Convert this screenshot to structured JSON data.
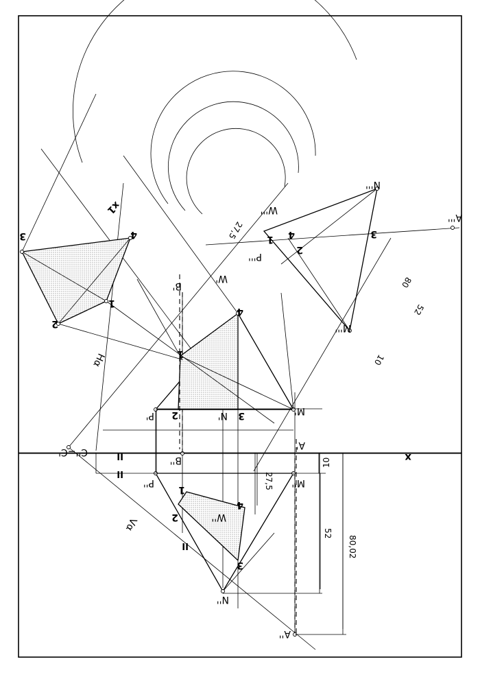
{
  "labels": {
    "x_axis": "x",
    "x1_axis": "x1",
    "h_alpha": "Hα",
    "v_alpha": "Vα",
    "c_pair": "C''=C'",
    "A_double": "A''",
    "A_single": "A'",
    "A_triple": "A'''",
    "M_double": "M''",
    "M_single": "M'",
    "M_triple": "M'''",
    "N_double": "N''",
    "N_single": "N'",
    "N_triple": "N'''",
    "P_double": "P''",
    "P_single": "P'",
    "P_triple": "P'''",
    "B_double": "B''",
    "B_single": "B'",
    "W_double": "W''",
    "W_single": "W'",
    "W_triple": "W'''",
    "n1": "1",
    "n2": "2",
    "n3": "3",
    "n4": "4",
    "parallel_mark": "II"
  },
  "dimensions": {
    "d10": "10",
    "d27_5": "27,5",
    "d52": "52",
    "d80_02": "80,02",
    "d80": "80"
  }
}
